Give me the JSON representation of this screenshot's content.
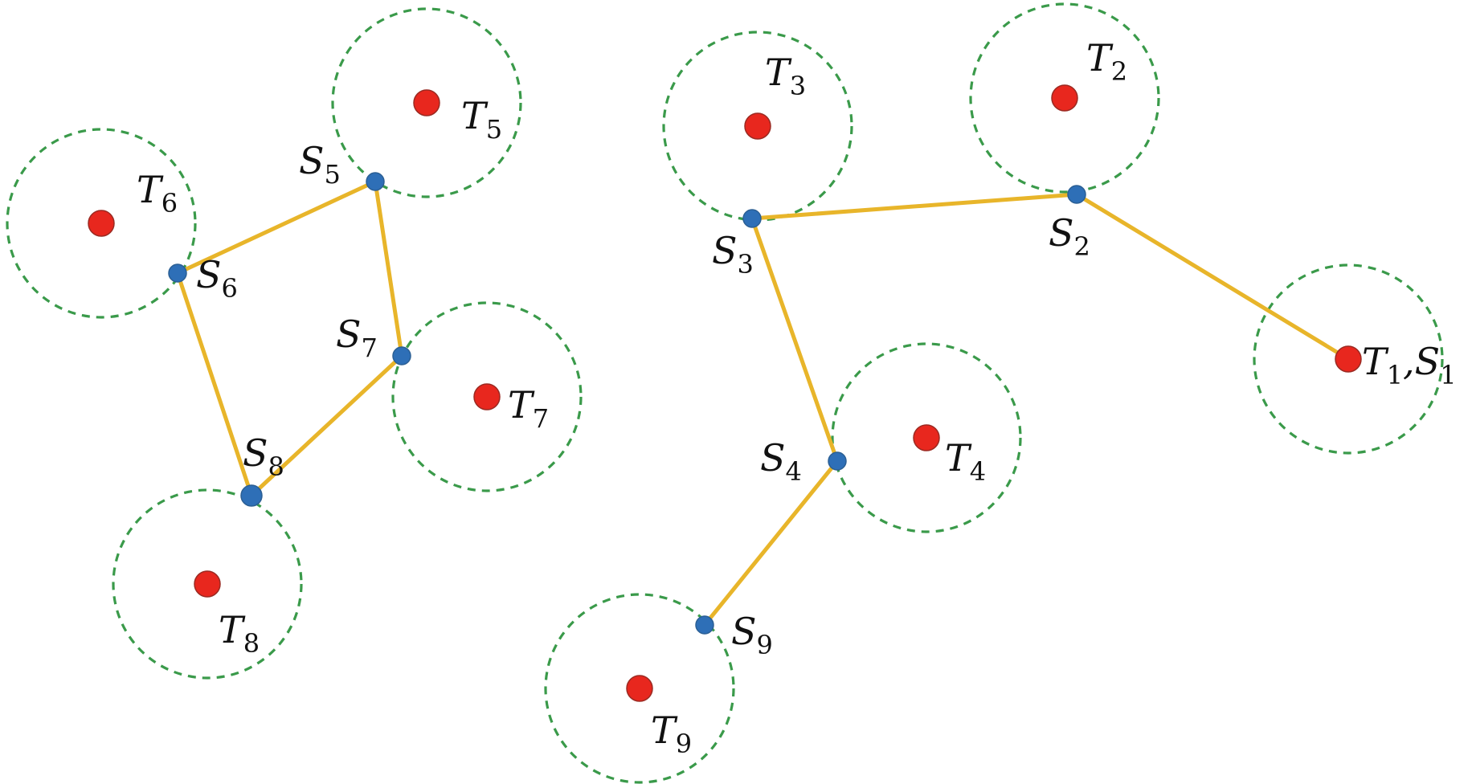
{
  "colors": {
    "target": "#e8271e",
    "sensor": "#2e6fb7",
    "link": "#e8b52a",
    "range": "#3a9a4a"
  },
  "targets": [
    {
      "id": "T1",
      "letter": "T",
      "sub": "1"
    },
    {
      "id": "T2",
      "letter": "T",
      "sub": "2"
    },
    {
      "id": "T3",
      "letter": "T",
      "sub": "3"
    },
    {
      "id": "T4",
      "letter": "T",
      "sub": "4"
    },
    {
      "id": "T5",
      "letter": "T",
      "sub": "5"
    },
    {
      "id": "T6",
      "letter": "T",
      "sub": "6"
    },
    {
      "id": "T7",
      "letter": "T",
      "sub": "7"
    },
    {
      "id": "T8",
      "letter": "T",
      "sub": "8"
    },
    {
      "id": "T9",
      "letter": "T",
      "sub": "9"
    }
  ],
  "sensors": [
    {
      "id": "S1",
      "letter": "S",
      "sub": "1"
    },
    {
      "id": "S2",
      "letter": "S",
      "sub": "2"
    },
    {
      "id": "S3",
      "letter": "S",
      "sub": "3"
    },
    {
      "id": "S4",
      "letter": "S",
      "sub": "4"
    },
    {
      "id": "S5",
      "letter": "S",
      "sub": "5"
    },
    {
      "id": "S6",
      "letter": "S",
      "sub": "6"
    },
    {
      "id": "S7",
      "letter": "S",
      "sub": "7"
    },
    {
      "id": "S8",
      "letter": "S",
      "sub": "8"
    },
    {
      "id": "S9",
      "letter": "S",
      "sub": "9"
    }
  ],
  "links": [
    [
      "S1",
      "S2"
    ],
    [
      "S2",
      "S3"
    ],
    [
      "S3",
      "S4"
    ],
    [
      "S4",
      "S9"
    ],
    [
      "S5",
      "S6"
    ],
    [
      "S5",
      "S7"
    ],
    [
      "S6",
      "S8"
    ],
    [
      "S7",
      "S8"
    ]
  ],
  "label_separator": ","
}
